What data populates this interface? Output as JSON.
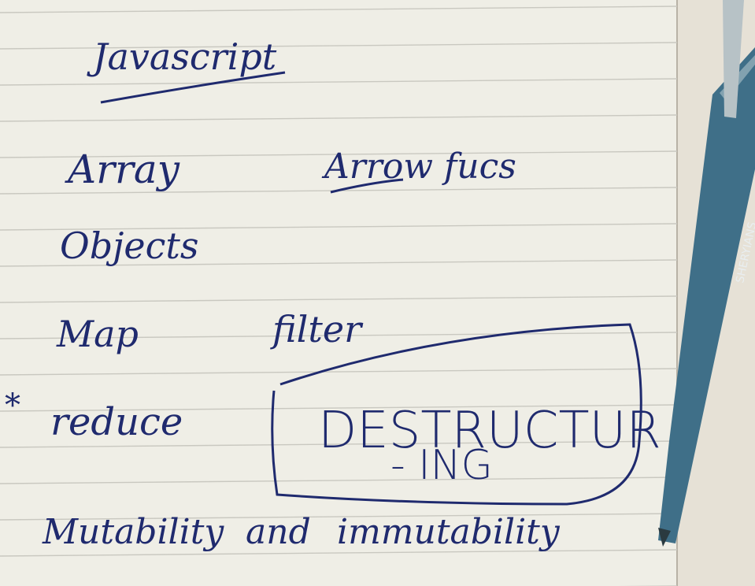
{
  "notebook": {
    "page_color": "#efeee6",
    "rule_color": "#c9c8c0",
    "ink_color": "#1f2a6e",
    "title": "Javascript",
    "notes": {
      "array": "Array",
      "arrow_funcs": "Arrow fucs",
      "objects": "Objects",
      "map": "Map",
      "filter": "filter",
      "reduce_marker": "*",
      "reduce": "reduce",
      "destructuring_line1": "DESTRUCTUR",
      "destructuring_line2": "- ING",
      "mutability": "Mutability",
      "and": "and",
      "immutability": "immutability"
    }
  },
  "pen": {
    "body_color": "#3f6f88",
    "brand": "SHERYIANS"
  }
}
